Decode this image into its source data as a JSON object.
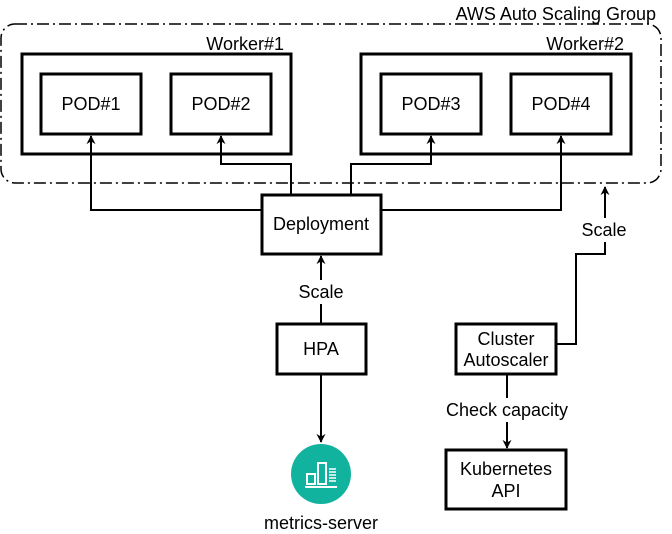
{
  "diagram": {
    "group_label": "AWS Auto Scaling Group",
    "workers": [
      {
        "label": "Worker#1",
        "pods": [
          "POD#1",
          "POD#2"
        ]
      },
      {
        "label": "Worker#2",
        "pods": [
          "POD#3",
          "POD#4"
        ]
      }
    ],
    "deployment": "Deployment",
    "hpa": "HPA",
    "hpa_edge_label": "Scale",
    "metrics_server": {
      "label": "metrics-server",
      "icon": "metrics-server-icon",
      "color": "#12B39E"
    },
    "cluster_autoscaler": [
      "Cluster",
      "Autoscaler"
    ],
    "autoscaler_edge_label": "Scale",
    "check_capacity_label": "Check capacity",
    "kubernetes_api": [
      "Kubernetes",
      "API"
    ]
  }
}
